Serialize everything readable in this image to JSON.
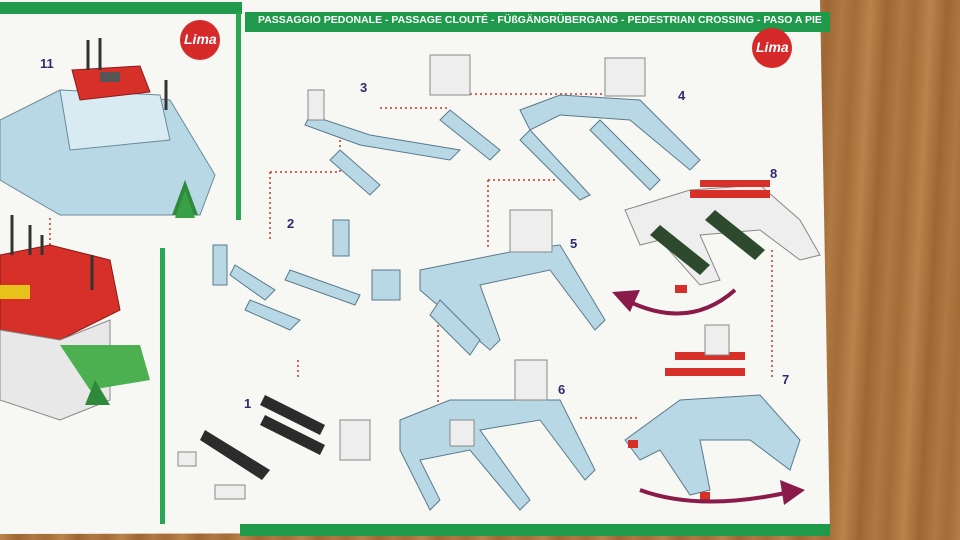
{
  "instruction_sheet": {
    "header_title": "PASSAGGIO PEDONALE - PASSAGE CLOUTÉ - FÜßGÄNGRÜBERGANG - PEDESTRIAN CROSSING - PASO A PIE",
    "brand_logo_left": "Lima",
    "brand_logo_right": "Lima",
    "step_numbers": [
      "1",
      "2",
      "3",
      "4",
      "5",
      "6",
      "7",
      "8",
      "11"
    ]
  },
  "colors": {
    "band_green": "#1f9a4a",
    "brick_blue": "#b8d8e6",
    "brick_white": "#eeeeee",
    "brick_red": "#d63028",
    "brick_black": "#2c2c2c",
    "brick_darkgreen": "#2e4a2e",
    "arrow_purple": "#8a1a4a"
  }
}
